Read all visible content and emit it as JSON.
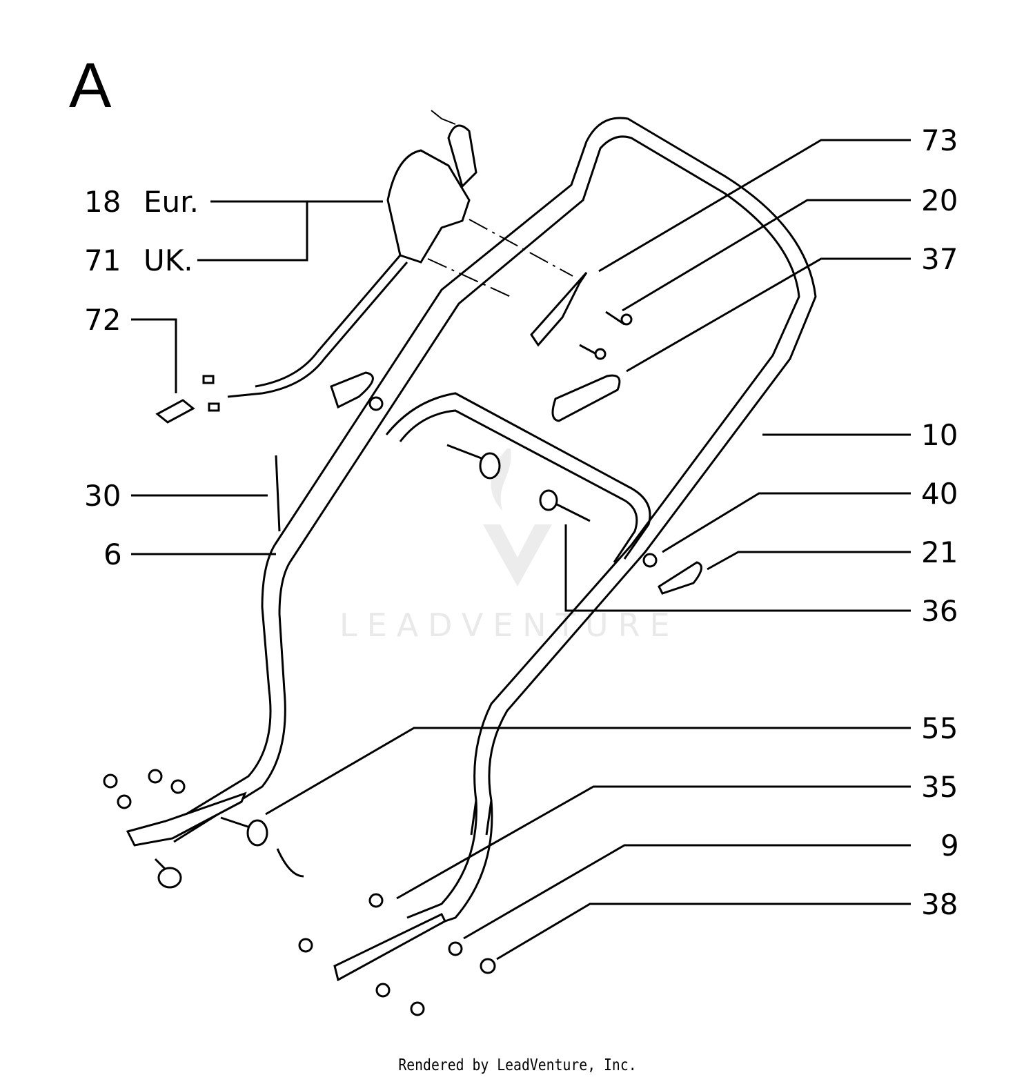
{
  "section_letter": "A",
  "watermark": "LEADVENTURE",
  "footer": "Rendered by LeadVenture, Inc.",
  "labels": {
    "p18": "18",
    "eur": "Eur.",
    "p71": "71",
    "uk": "UK.",
    "p72": "72",
    "p30": "30",
    "p6": "6",
    "p73": "73",
    "p20": "20",
    "p37": "37",
    "p10": "10",
    "p40": "40",
    "p21": "21",
    "p36": "36",
    "p55": "55",
    "p35": "35",
    "p9": "9",
    "p38": "38"
  }
}
